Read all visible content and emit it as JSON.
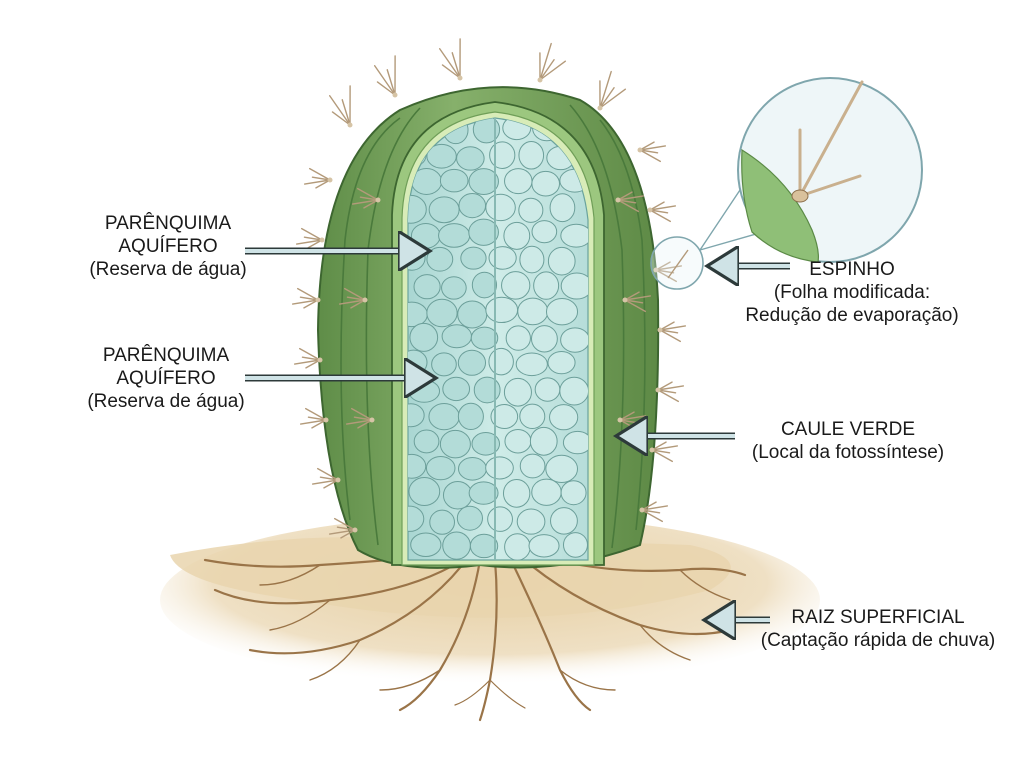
{
  "labels": {
    "left_top": {
      "title_1": "PARÊNQUIMA",
      "title_2": "AQUÍFERO",
      "sub": "(Reserva de água)"
    },
    "left_bottom": {
      "title_1": "PARÊNQUIMA",
      "title_2": "AQUÍFERO",
      "sub": "(Reserva de água)"
    },
    "spine": {
      "title": "ESPINHO",
      "sub_1": "(Folha modificada:",
      "sub_2": "Redução de evaporação)"
    },
    "stem": {
      "title": "CAULE VERDE",
      "sub": "(Local da fotossíntese)"
    },
    "root": {
      "title": "RAIZ SUPERFICIAL",
      "sub": "(Captação rápida de chuva)"
    }
  },
  "colors": {
    "stem_green": "#7fa862",
    "stem_dark": "#3f6b34",
    "parenchyma": "#bfe3df",
    "soil": "#ead7b3",
    "root": "#a07a4e",
    "arrow": "#cfe3e6"
  }
}
